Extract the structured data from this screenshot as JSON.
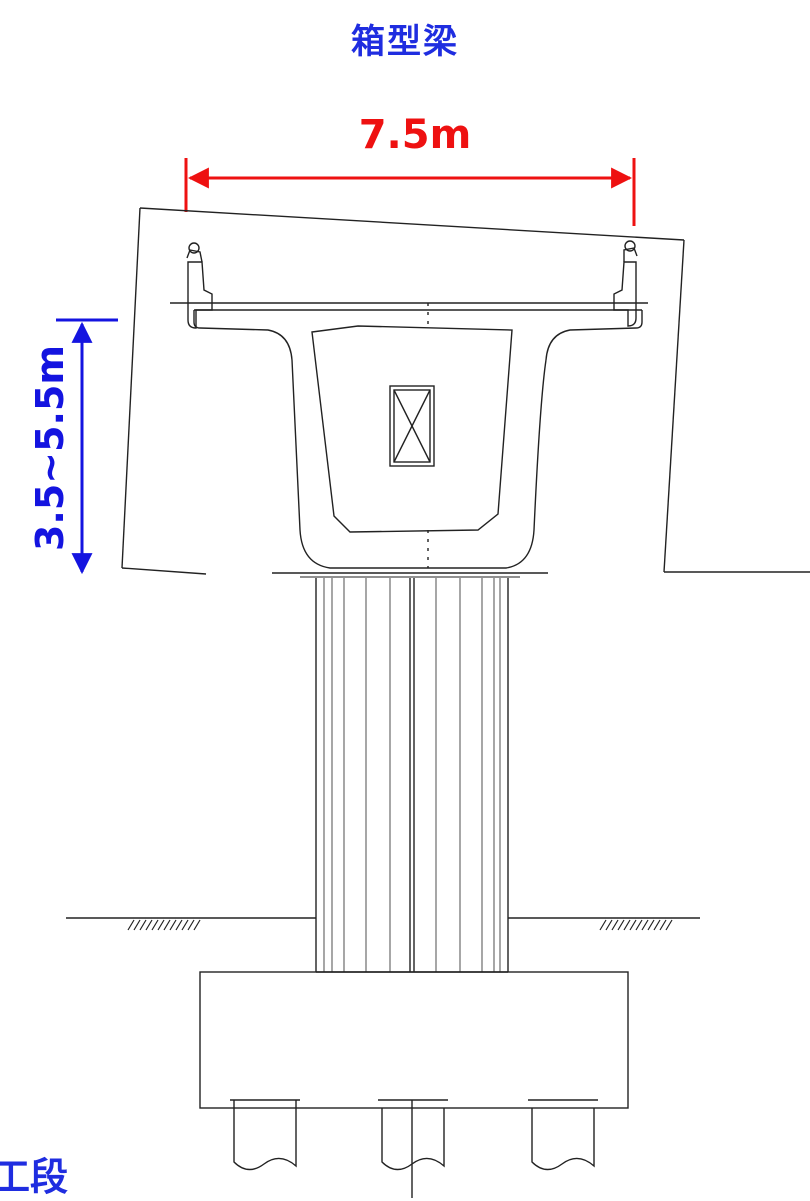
{
  "title": "箱型梁",
  "dimensions": {
    "width": "7.5m",
    "height": "3.5~5.5m"
  },
  "corner_label": "工段",
  "colors": {
    "title": "#1f2de0",
    "width_dimension": "#ee1111",
    "height_dimension": "#1414e0",
    "drawing_lines": "#222222"
  }
}
